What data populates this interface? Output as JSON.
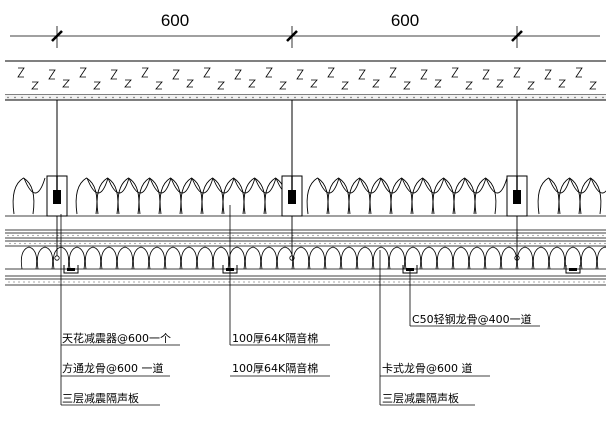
{
  "dimensions": [
    {
      "label": "600"
    },
    {
      "label": "600"
    }
  ],
  "callouts": {
    "left": [
      {
        "text": "天花减震器@600一个"
      },
      {
        "text": "方通龙骨@600  一道"
      },
      {
        "text": "三层减震隔声板"
      }
    ],
    "middle": [
      {
        "text": "100厚64K隔音棉"
      },
      {
        "text": "100厚64K隔音棉"
      }
    ],
    "right_top": {
      "text": "C50轻钢龙骨@400一道"
    },
    "right": [
      {
        "text": "卡式龙骨@600  道"
      },
      {
        "text": "三层减震隔声板"
      }
    ]
  }
}
